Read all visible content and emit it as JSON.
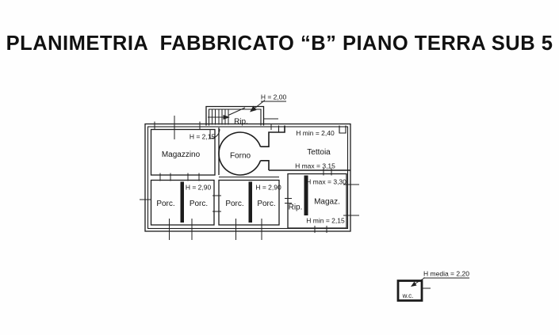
{
  "title": "PLANIMETRIA  FABBRICATO “B” PIANO TERRA SUB 5",
  "rooms": {
    "magazzino": "Magazzino",
    "forno": "Forno",
    "tettoia": "Tettoia",
    "rip_top": "Rip.",
    "rip_bottom": "Rip.",
    "magaz": "Magaz.",
    "porc1": "Porc.",
    "porc2": "Porc.",
    "porc3": "Porc.",
    "porc4": "Porc.",
    "wc": "w.c."
  },
  "heights": {
    "rip_top": "H = 2,00",
    "magazzino": "H = 2,15",
    "tettoia_min": "H min = 2,40",
    "tettoia_max": "H max = 3,15",
    "magaz_max": "H max = 3,30",
    "magaz_min": "H min = 2,15",
    "porc_a": "H = 2,90",
    "porc_b": "H = 2,90",
    "wc_media": "H media = 2,20"
  },
  "colors": {
    "ink": "#1c1c1c",
    "paper": "#fefefe"
  }
}
